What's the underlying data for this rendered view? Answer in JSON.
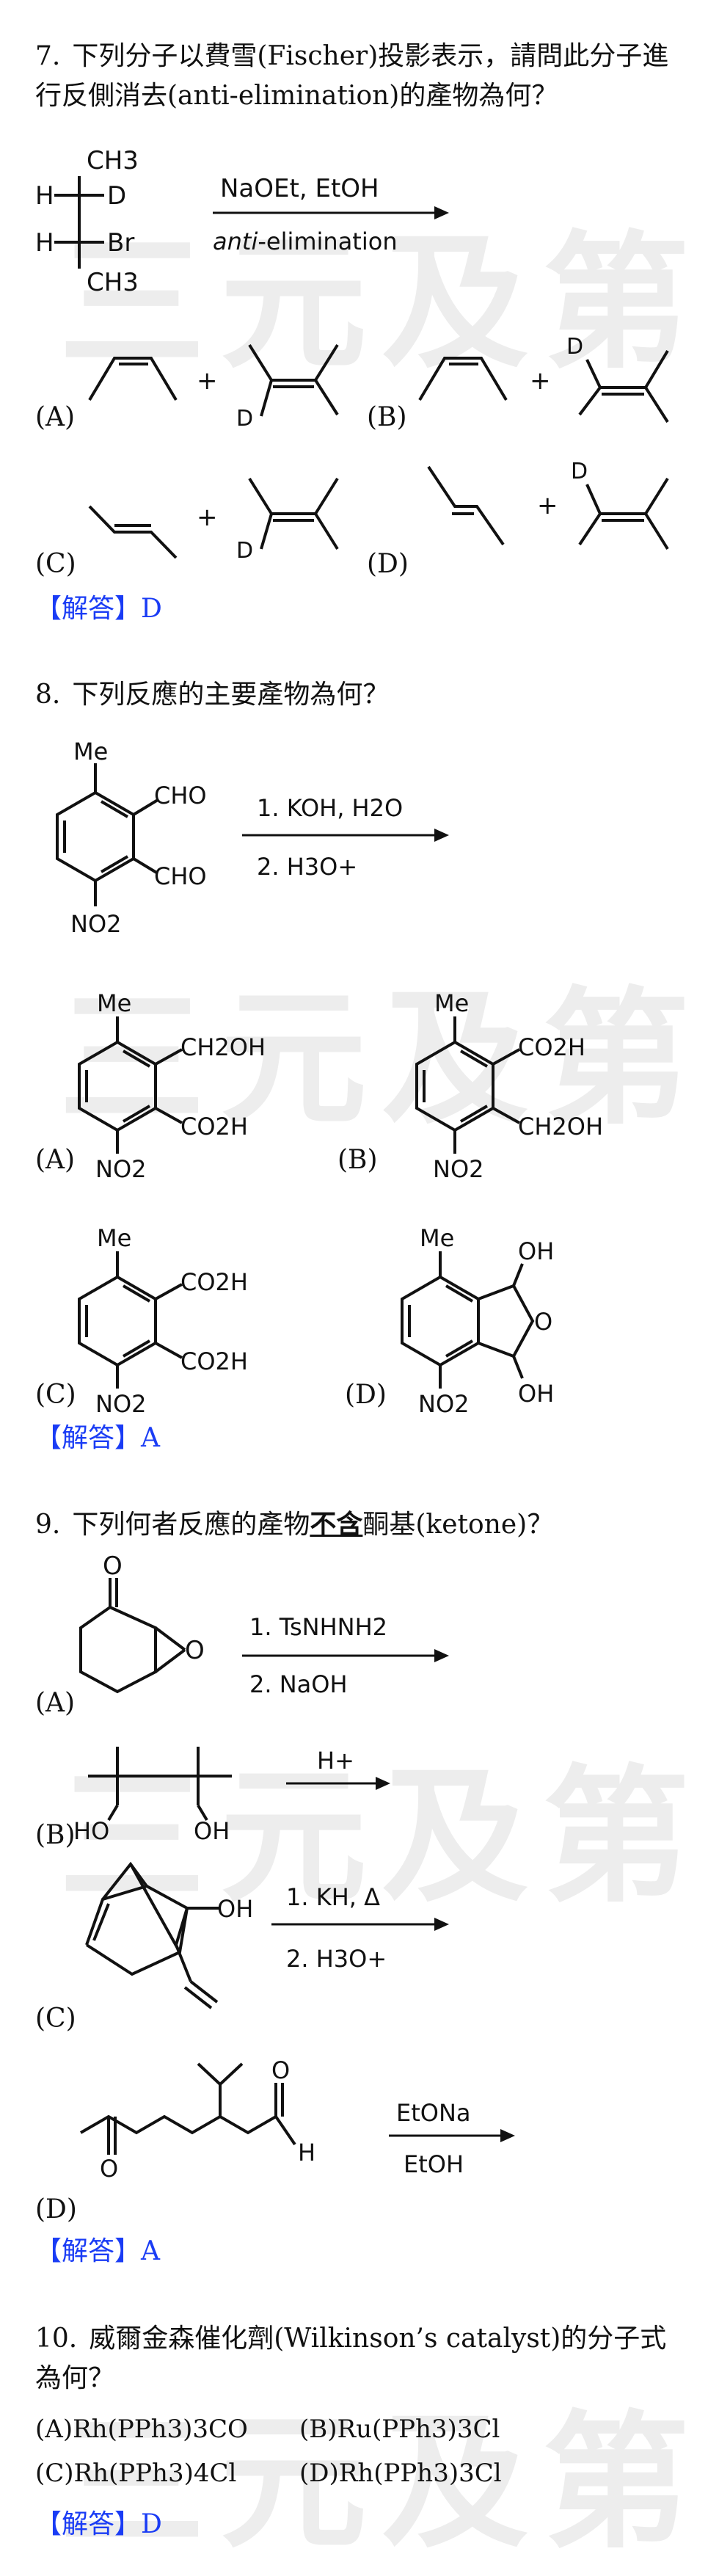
{
  "watermark": "三元及第",
  "q7": {
    "number": "7.",
    "text": "下列分子以費雪(Fischer)投影表示，請問此分子進行反側消去(anti-elimination)的產物為何？",
    "substituents": {
      "top": "CH3",
      "left_upper": "H",
      "right_upper": "D",
      "left_lower": "H",
      "right_lower": "Br",
      "bottom": "CH3"
    },
    "reagent": "NaOEt, EtOH",
    "condition_prefix": "anti",
    "condition_suffix": "-elimination",
    "options": [
      "(A)",
      "(B)",
      "(C)",
      "(D)"
    ],
    "deuterium": "D",
    "plus": "+",
    "answer": "【解答】D"
  },
  "q8": {
    "number": "8.",
    "text": "下列反應的主要產物為何？",
    "me": "Me",
    "cho": "CHO",
    "no2": "NO2",
    "step1": "1. KOH, H2O",
    "step2": "2. H3O+",
    "ch2oh": "CH2OH",
    "co2h": "CO2H",
    "oh": "OH",
    "options": [
      "(A)",
      "(B)",
      "(C)",
      "(D)"
    ],
    "answer": "【解答】A"
  },
  "q9": {
    "number": "9.",
    "text_before": "下列何者反應的產物",
    "text_emph": "不含",
    "text_after": "酮基(ketone)？",
    "a_step1": "1. TsNHNH2",
    "a_step2": "2. NaOH",
    "b_reagent": "H+",
    "c_step1": "1. KH, Δ",
    "c_step2": "2. H3O+",
    "d_reagent1": "EtONa",
    "d_reagent2": "EtOH",
    "o": "O",
    "oh": "OH",
    "ho": "HO",
    "h": "H",
    "options": [
      "(A)",
      "(B)",
      "(C)",
      "(D)"
    ],
    "answer": "【解答】A"
  },
  "q10": {
    "number": "10.",
    "text": "威爾金森催化劑(Wilkinson’s catalyst)的分子式為何？",
    "choices": [
      "(A)Rh(PPh3)3CO",
      "(B)Ru(PPh3)3Cl",
      "(C)Rh(PPh3)4Cl",
      "(D)Rh(PPh3)3Cl"
    ],
    "answer": "【解答】D"
  }
}
